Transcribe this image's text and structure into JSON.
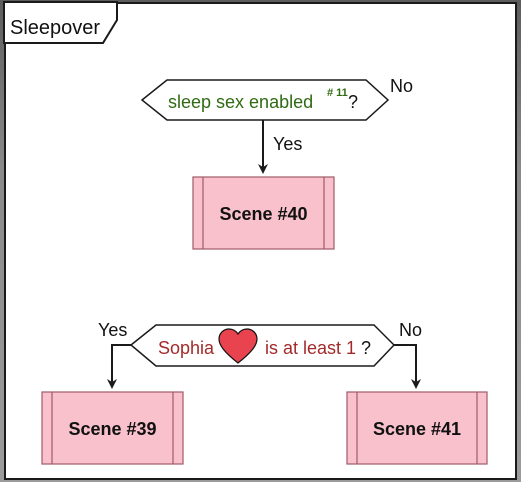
{
  "group": {
    "title": "Sleepover"
  },
  "decision1": {
    "condition_text": "sleep sex enabled",
    "ref_sup": "# 11",
    "question_mark": "?",
    "no_label": "No",
    "yes_label": "Yes"
  },
  "scene40": {
    "label": "Scene #40"
  },
  "decision2": {
    "text_before": "Sophia",
    "text_after": "is at least 1",
    "question_mark": "?",
    "yes_label": "Yes",
    "no_label": "No",
    "heart_icon": "heart-icon"
  },
  "scene39": {
    "label": "Scene #39"
  },
  "scene41": {
    "label": "Scene #41"
  },
  "colors": {
    "condition_green": "#2f6b12",
    "condition_red": "#a32a2a",
    "scene_fill": "#f8c1cc",
    "heart_fill": "#e8434f"
  }
}
